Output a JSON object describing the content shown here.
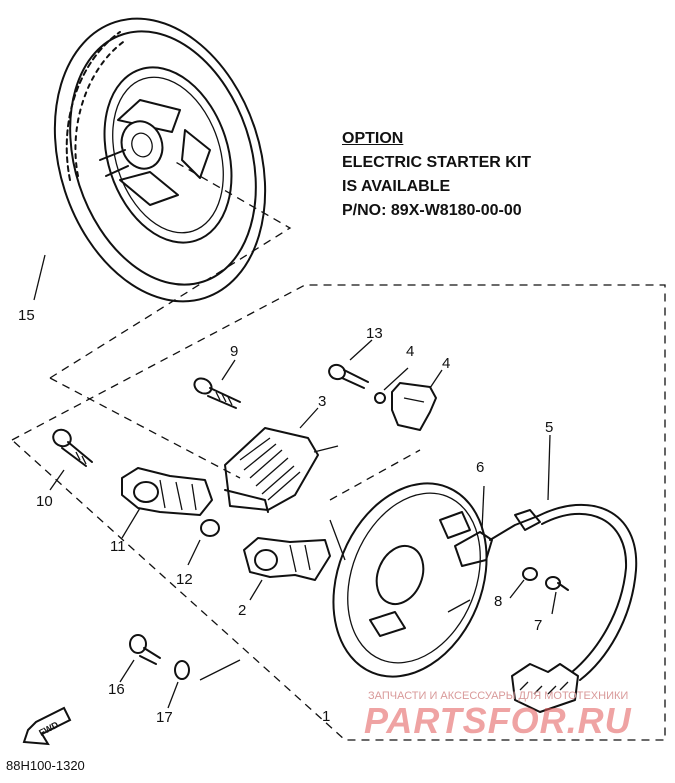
{
  "option_note": {
    "heading": "OPTION",
    "line1": "ELECTRIC STARTER KIT",
    "line2": "IS AVAILABLE",
    "line3": "P/NO: 89X-W8180-00-00"
  },
  "drawing_code": "88H100-1320",
  "fwd_label": "FWD",
  "callouts": {
    "c1": "1",
    "c2": "2",
    "c3": "3",
    "c4a": "4",
    "c4b": "4",
    "c5": "5",
    "c6": "6",
    "c7": "7",
    "c8": "8",
    "c9": "9",
    "c10": "10",
    "c11": "11",
    "c12": "12",
    "c13": "13",
    "c15": "15",
    "c16": "16",
    "c17": "17"
  },
  "watermark": {
    "caption": "ЗАПЧАСТИ И АКСЕССУАРЫ ДЛЯ МОТОТЕХНИКИ",
    "brand": "PARTSFOR.RU"
  }
}
